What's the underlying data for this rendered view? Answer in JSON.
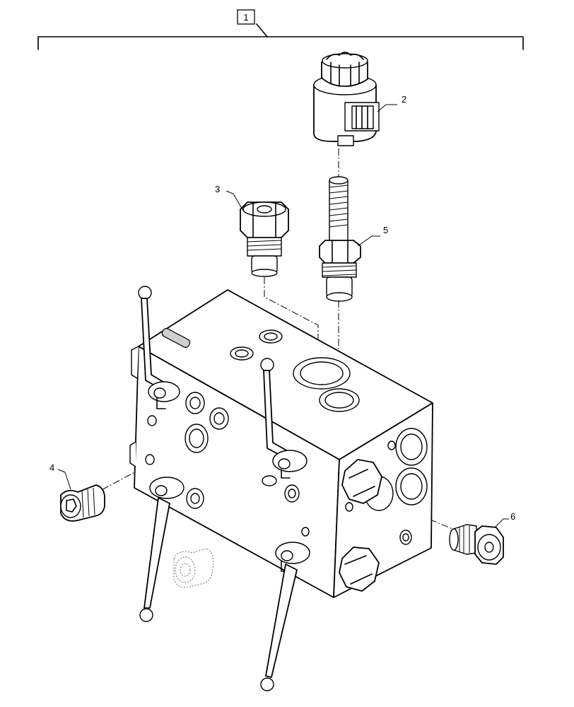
{
  "assembly_label": "1",
  "callouts": [
    {
      "id": "callout-2",
      "text": "2"
    },
    {
      "id": "callout-3",
      "text": "3"
    },
    {
      "id": "callout-4",
      "text": "4"
    },
    {
      "id": "callout-5",
      "text": "5"
    },
    {
      "id": "callout-6",
      "text": "6"
    }
  ]
}
